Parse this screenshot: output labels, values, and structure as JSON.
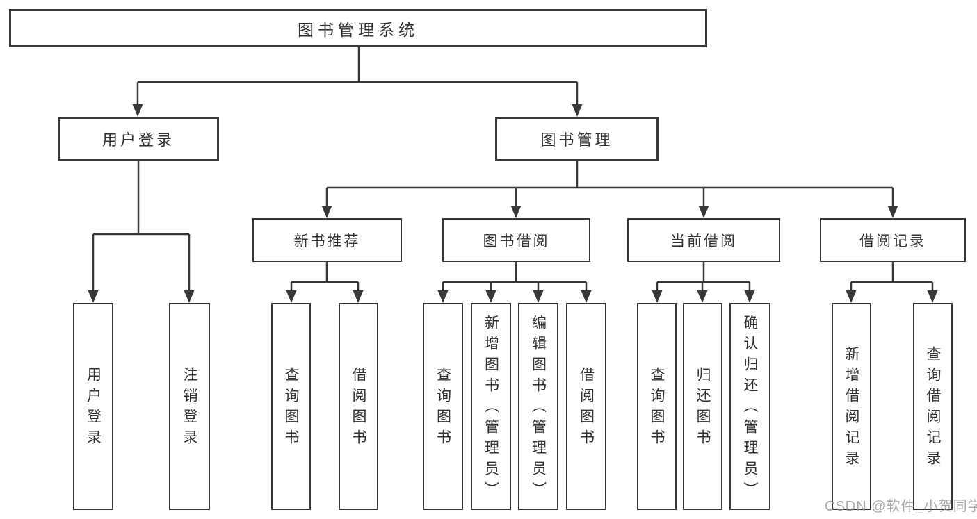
{
  "tree": {
    "label": "图书管理系统",
    "children": [
      {
        "label": "用户登录",
        "children": [
          {
            "label": "用户登录"
          },
          {
            "label": "注销登录"
          }
        ]
      },
      {
        "label": "图书管理",
        "children": [
          {
            "label": "新书推荐",
            "children": [
              {
                "label": "查询图书"
              },
              {
                "label": "借阅图书"
              }
            ]
          },
          {
            "label": "图书借阅",
            "children": [
              {
                "label": "查询图书"
              },
              {
                "label": "新增图书（管理员）"
              },
              {
                "label": "编辑图书（管理员）"
              },
              {
                "label": "借阅图书"
              }
            ]
          },
          {
            "label": "当前借阅",
            "children": [
              {
                "label": "查询图书"
              },
              {
                "label": "归还图书"
              },
              {
                "label": "确认归还（管理员）"
              }
            ]
          },
          {
            "label": "借阅记录",
            "children": [
              {
                "label": "新增借阅记录"
              },
              {
                "label": "查询借阅记录"
              }
            ]
          }
        ]
      }
    ]
  },
  "watermark": {
    "text": "CSDN @软件_小贺同学"
  },
  "colors": {
    "line": "#383838",
    "box_border": "#383838",
    "box_background": "#ffffff",
    "text": "#333333",
    "watermark_text": "#8c8c8c"
  }
}
